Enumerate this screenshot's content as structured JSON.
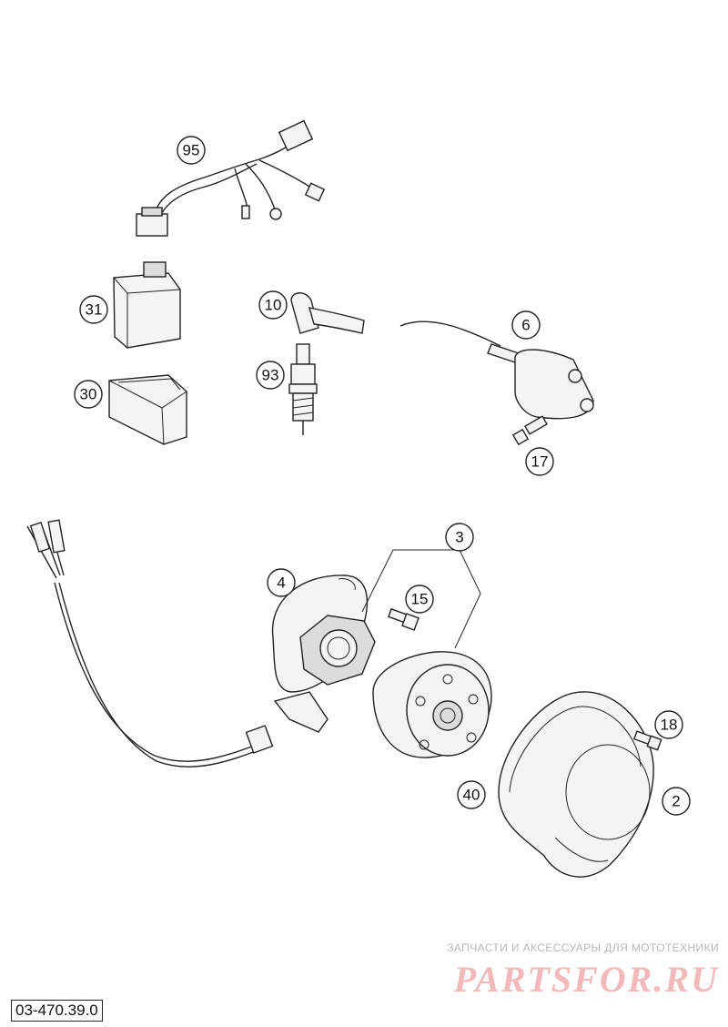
{
  "diagram": {
    "callouts": [
      "95",
      "31",
      "30",
      "10",
      "93",
      "6",
      "17",
      "3",
      "4",
      "15",
      "18",
      "40",
      "2"
    ]
  },
  "watermark": {
    "tagline": "ЗАПЧАСТИ И АКСЕССУАРЫ ДЛЯ МОТОТЕХНИКИ",
    "logo": "PARTSFOR.RU"
  },
  "drawing_number": "03-470.39.0"
}
